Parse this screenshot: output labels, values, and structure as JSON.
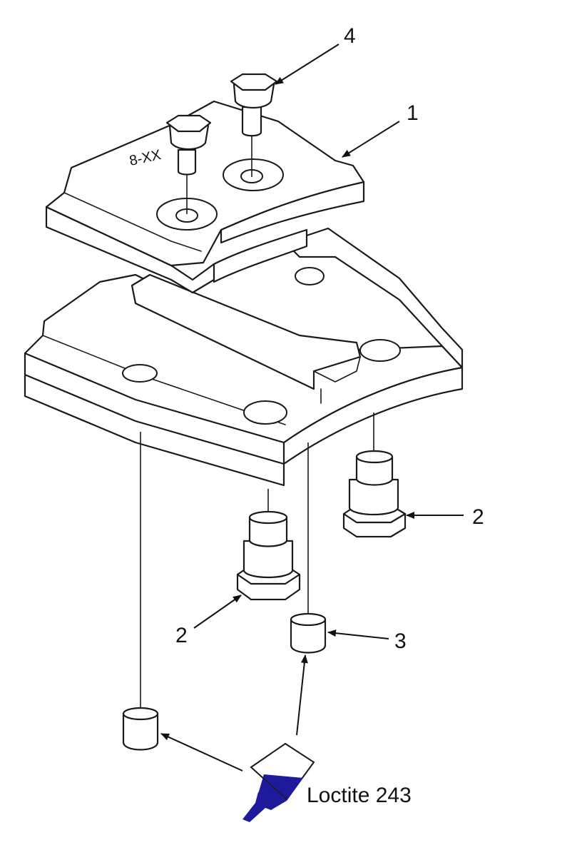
{
  "callouts": {
    "bracket": "1",
    "nut_right": "2",
    "nut_left": "2",
    "bushing": "3",
    "bolt": "4"
  },
  "adhesive_label": "Loctite 243",
  "engraving": "8-XX",
  "colors": {
    "line": "#1a1a1a",
    "adhesive_fill": "#1f1a9c"
  },
  "icons": [
    "adhesive-bottle-icon",
    "arrowhead-icon"
  ]
}
